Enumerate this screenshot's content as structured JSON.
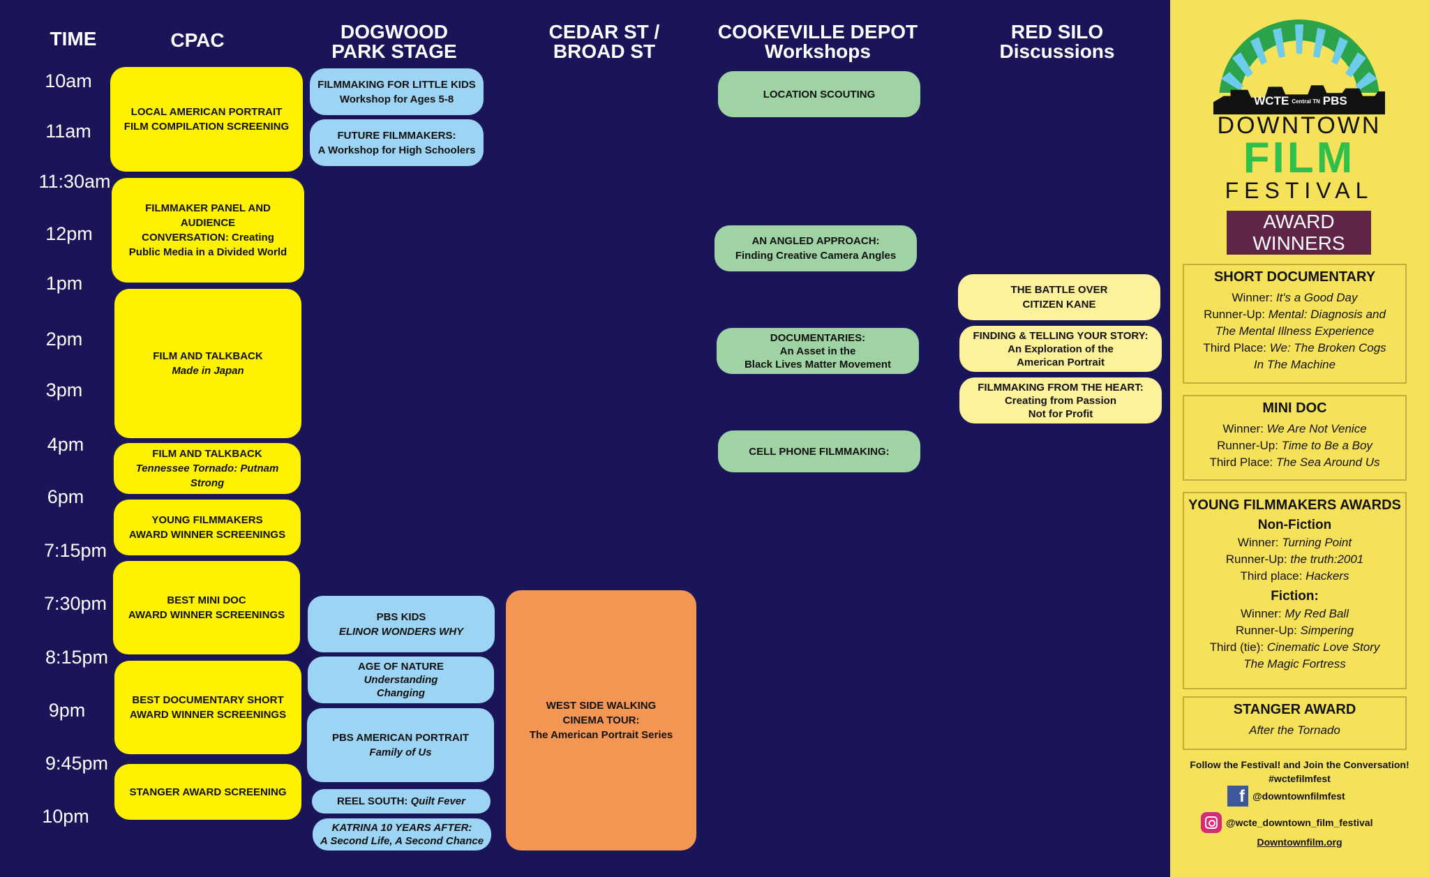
{
  "headers": {
    "time": "TIME",
    "cpac": "CPAC",
    "dogwood_1": "DOGWOOD",
    "dogwood_2": "PARK STAGE",
    "cedar_1": "CEDAR ST /",
    "cedar_2": "BROAD ST",
    "depot_1": "COOKEVILLE DEPOT",
    "depot_2": "Workshops",
    "silo_1": "RED SILO",
    "silo_2": "Discussions"
  },
  "times": [
    "10am",
    "11am",
    "11:30am",
    "12pm",
    "1pm",
    "2pm",
    "3pm",
    "4pm",
    "6pm",
    "7:15pm",
    "7:30pm",
    "8:15pm",
    "9pm",
    "9:45pm",
    "10pm"
  ],
  "cpac": [
    {
      "l1": "LOCAL AMERICAN PORTRAIT",
      "l2": "FILM COMPILATION SCREENING"
    },
    {
      "l1": "FILMMAKER PANEL AND AUDIENCE",
      "l2": "CONVERSATION: Creating",
      "l3": "Public Media in a Divided World"
    },
    {
      "l1": "FILM AND TALKBACK",
      "l2": "Made in Japan"
    },
    {
      "l1": "FILM AND TALKBACK",
      "l2": "Tennessee Tornado: Putnam Strong"
    },
    {
      "l1": "YOUNG FILMMAKERS",
      "l2": "AWARD WINNER SCREENINGS"
    },
    {
      "l1": "BEST MINI DOC",
      "l2": "AWARD WINNER SCREENINGS"
    },
    {
      "l1": "BEST DOCUMENTARY SHORT",
      "l2": "AWARD WINNER SCREENINGS"
    },
    {
      "l1": "STANGER AWARD SCREENING"
    }
  ],
  "dogwood": [
    {
      "l1": "FILMMAKING FOR LITTLE KIDS",
      "l2": "Workshop for Ages 5-8"
    },
    {
      "l1": "FUTURE FILMMAKERS:",
      "l2": "A Workshop for High Schoolers"
    },
    {
      "l1": "PBS KIDS",
      "l2": "ELINOR WONDERS WHY"
    },
    {
      "l1": "AGE OF NATURE",
      "l2": "Understanding",
      "l3": "Changing"
    },
    {
      "l1": "PBS AMERICAN PORTRAIT",
      "l2": "Family of Us"
    },
    {
      "l1": "REEL SOUTH:",
      "l2": "Quilt Fever"
    },
    {
      "l1": "KATRINA 10 YEARS AFTER:",
      "l2": "A Second Life, A Second Chance"
    }
  ],
  "cedar": [
    {
      "l1": "WEST SIDE WALKING",
      "l2": "CINEMA TOUR:",
      "l3": "The American Portrait Series"
    }
  ],
  "depot": [
    {
      "l1": "LOCATION SCOUTING"
    },
    {
      "l1": "AN ANGLED APPROACH:",
      "l2": "Finding Creative Camera Angles"
    },
    {
      "l1": "DOCUMENTARIES:",
      "l2": "An Asset in the",
      "l3": "Black Lives Matter Movement"
    },
    {
      "l1": "CELL PHONE FILMMAKING:"
    }
  ],
  "silo": [
    {
      "l1": "THE BATTLE OVER",
      "l2": "CITIZEN KANE"
    },
    {
      "l1": "FINDING & TELLING YOUR STORY:",
      "l2": "An Exploration of the",
      "l3": "American Portrait"
    },
    {
      "l1": "FILMMAKING FROM THE HEART:",
      "l2": "Creating from Passion",
      "l3": "Not for Profit"
    }
  ],
  "logo": {
    "wcte": "WCTE",
    "central": "Central TN",
    "pbs": "PBS",
    "downtown": "DOWNTOWN",
    "film": "FILM",
    "festival": "FESTIVAL"
  },
  "banner": {
    "l1": "AWARD",
    "l2": "WINNERS"
  },
  "awards": {
    "short_doc": {
      "title": "SHORT DOCUMENTARY",
      "winner_label": "Winner:",
      "winner": "It's a Good Day",
      "runner_label": "Runner-Up:",
      "runner_a": "Mental: Diagnosis and",
      "runner_b": "The Mental Illness Experience",
      "third_label": "Third Place:",
      "third_a": "We: The Broken Cogs",
      "third_b": "In The Machine"
    },
    "mini_doc": {
      "title": "MINI DOC",
      "winner_label": "Winner:",
      "winner": "We Are Not Venice",
      "runner_label": "Runner-Up:",
      "runner": "Time to Be a Boy",
      "third_label": "Third Place:",
      "third": "The Sea Around Us"
    },
    "young": {
      "title": "YOUNG FILMMAKERS AWARDS",
      "nonfiction": "Non-Fiction",
      "nf_winner_label": "Winner:",
      "nf_winner": "Turning Point",
      "nf_runner_label": "Runner-Up:",
      "nf_runner": "the truth:2001",
      "nf_third_label": "Third place:",
      "nf_third": "Hackers",
      "fiction": "Fiction:",
      "f_winner_label": "Winner:",
      "f_winner": "My Red Ball",
      "f_runner_label": "Runner-Up:",
      "f_runner": "Simpering",
      "f_third_label": "Third (tie):",
      "f_third_a": "Cinematic Love Story",
      "f_third_b": "The Magic Fortress"
    },
    "stanger": {
      "title": "STANGER AWARD",
      "winner": "After the Tornado"
    }
  },
  "follow": {
    "l1": "Follow the Festival! and Join the Conversation!",
    "l2": "#wctefilmfest"
  },
  "social": {
    "facebook": "@downtownfilmfest",
    "instagram": "@wcte_downtown_film_festival"
  },
  "website": "Downtownfilm.org",
  "colors": {
    "background": "#1a1458",
    "cpac": "#fff200",
    "dogwood": "#9dd3f3",
    "cedar": "#f39653",
    "depot": "#9fd3a3",
    "silo": "#fdf29a",
    "sidebar": "#f6e25a",
    "banner": "#5f2448"
  }
}
